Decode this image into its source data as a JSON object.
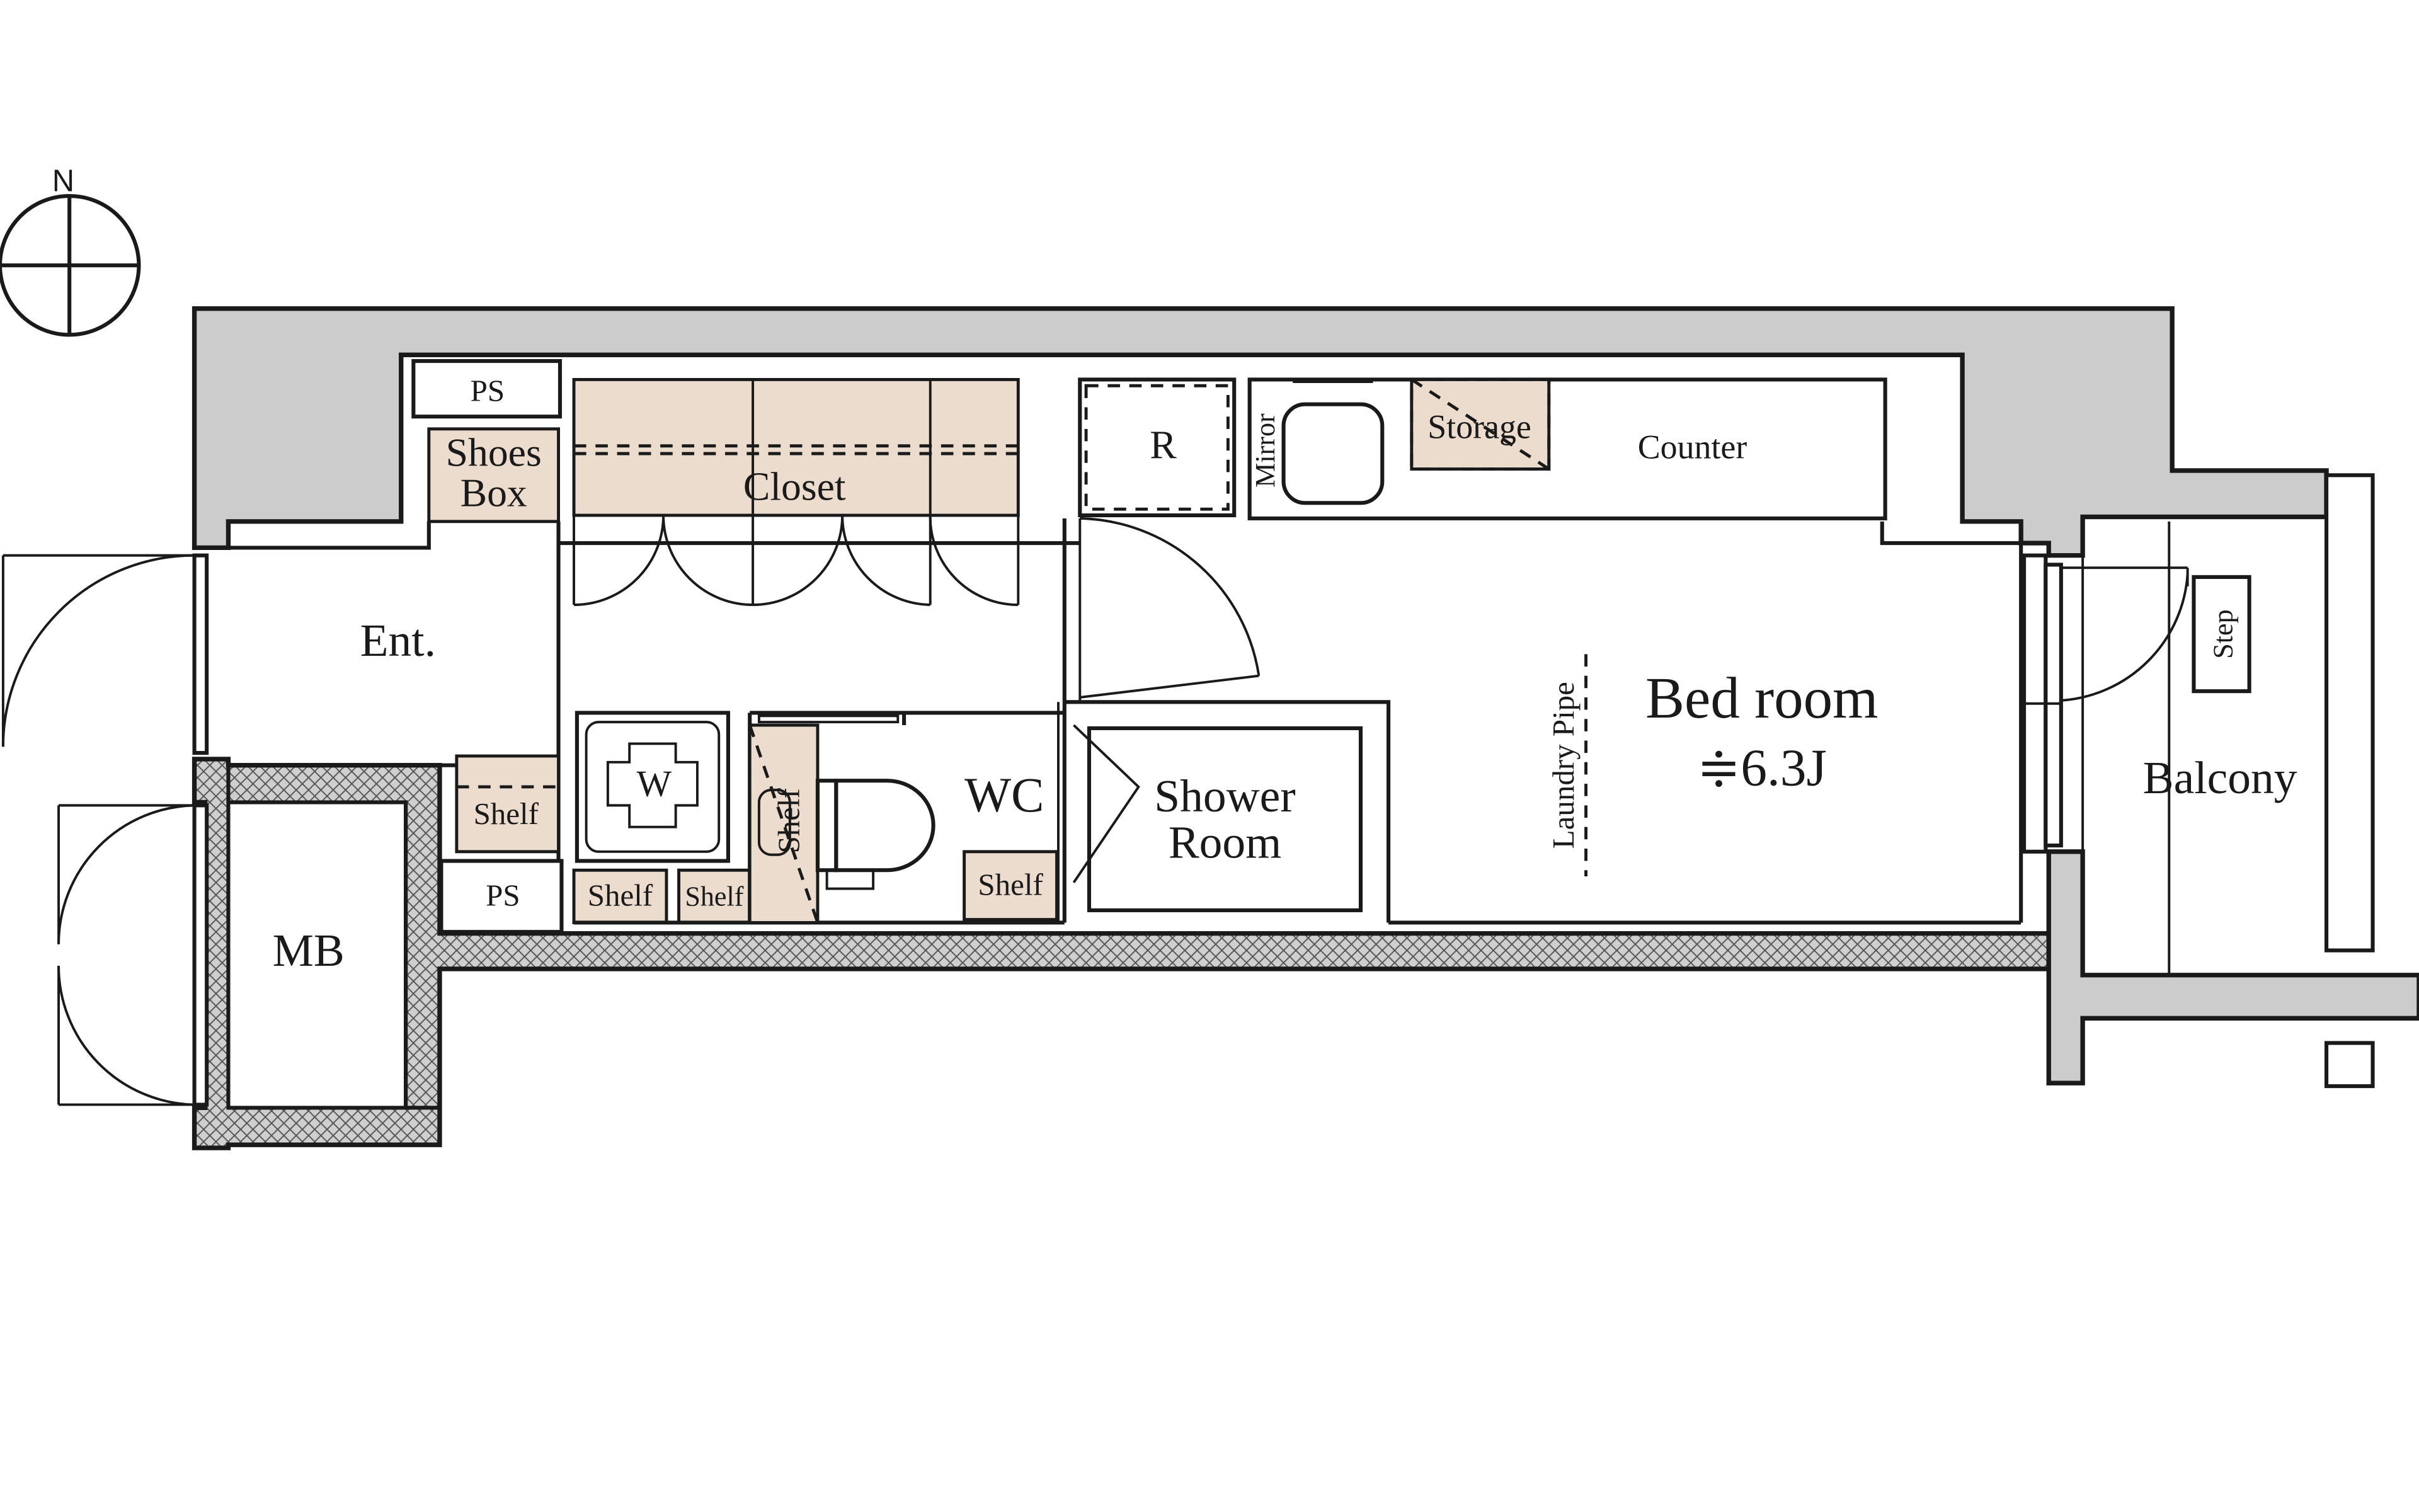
{
  "compass": {
    "label": "N"
  },
  "rooms": {
    "entrance": "Ent.",
    "mb": "MB",
    "bedroom_line1": "Bed room",
    "bedroom_line2": "≑6.3J",
    "wc": "WC",
    "shower_line1": "Shower",
    "shower_line2": "Room",
    "balcony": "Balcony"
  },
  "fixtures": {
    "ps_top": "PS",
    "ps_bottom": "PS",
    "shoes_line1": "Shoes",
    "shoes_line2": "Box",
    "closet": "Closet",
    "refrigerator": "R",
    "mirror": "Mirror",
    "storage": "Storage",
    "counter": "Counter",
    "washer": "W",
    "shelf_entry": "Shelf",
    "shelf_1": "Shelf",
    "shelf_2": "Shelf",
    "shelf_wc_side": "Shelf",
    "shelf_wc": "Shelf",
    "laundry_pipe": "Laundry Pipe",
    "step": "Step"
  },
  "colors": {
    "wall_fill": "#cccccc",
    "storage_fill": "#ecdccd",
    "line": "#1a1a1a"
  }
}
